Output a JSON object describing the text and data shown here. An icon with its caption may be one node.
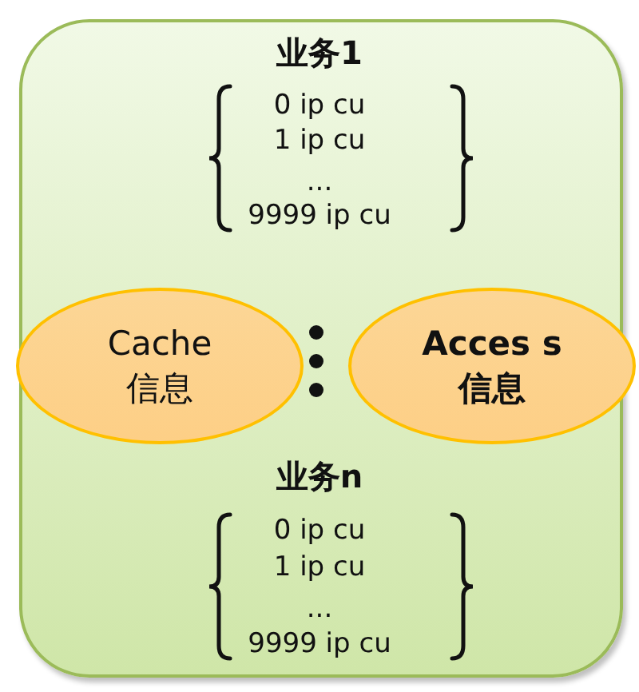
{
  "diagram": {
    "nodes": [
      {
        "text": [],
        "shape": "box"
      },
      {
        "text": [
          "Cache 信息"
        ],
        "in": 0
      },
      {
        "text": [
          "Acces s信息"
        ],
        "in": 0
      }
    ],
    "labels": [
      "业务1",
      "0 ip cu",
      "1 ip cu",
      "...",
      "9999 ip cu",
      "业务n",
      "0 ip cu",
      "1 ip cu",
      "...",
      "9999 ip cu"
    ]
  }
}
